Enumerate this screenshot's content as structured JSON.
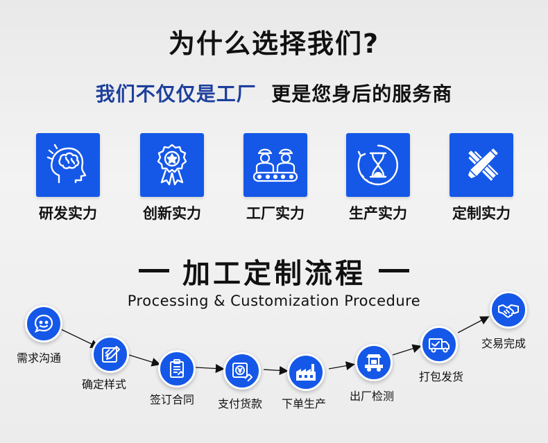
{
  "title": "为什么选择我们?",
  "subtitle": {
    "part1": "我们不仅仅是工厂",
    "part2": "更是您身后的服务商"
  },
  "features": [
    {
      "label": "研发实力",
      "icon": "brain-icon"
    },
    {
      "label": "创新实力",
      "icon": "award-badge-icon"
    },
    {
      "label": "工厂实力",
      "icon": "workers-conveyor-icon"
    },
    {
      "label": "生产实力",
      "icon": "hourglass-icon"
    },
    {
      "label": "定制实力",
      "icon": "ruler-pencil-icon"
    }
  ],
  "process": {
    "title": "加工定制流程",
    "subtitle": "Processing & Customization Procedure",
    "steps": [
      {
        "label": "需求沟通",
        "icon": "chat-bubble-icon"
      },
      {
        "label": "确定样式",
        "icon": "design-edit-icon"
      },
      {
        "label": "签订合同",
        "icon": "contract-icon"
      },
      {
        "label": "支付货款",
        "icon": "payment-icon"
      },
      {
        "label": "下单生产",
        "icon": "factory-icon"
      },
      {
        "label": "出厂检测",
        "icon": "inspection-cart-icon"
      },
      {
        "label": "打包发货",
        "icon": "delivery-truck-icon"
      },
      {
        "label": "交易完成",
        "icon": "handshake-icon"
      }
    ]
  },
  "colors": {
    "accent": "#1558e8",
    "subtitle_blue": "#1d3f9c",
    "text": "#111111"
  }
}
